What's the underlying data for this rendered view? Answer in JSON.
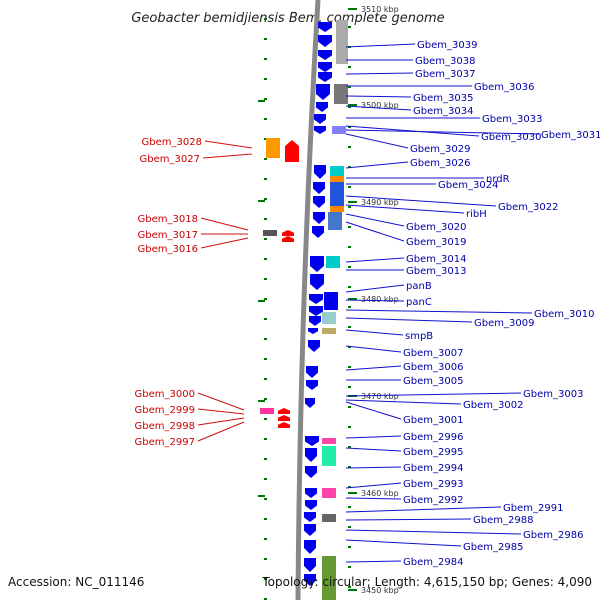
{
  "title": "Geobacter bemidjiensis Bem, complete genome",
  "footer": {
    "accession": "Accession: NC_011146",
    "summary": "Topology: circular; Length: 4,615,150 bp; Genes: 4,090"
  },
  "colors": {
    "forward_gene": "#0000ee",
    "reverse_gene": "#ff0000",
    "right_label": "#0000aa",
    "left_label": "#cc0000",
    "backbone": "#888888",
    "tick": "#007700"
  },
  "scale_labels": [
    "3510 kbp",
    "3500 kbp",
    "3490 kbp",
    "3480 kbp",
    "3470 kbp",
    "3460 kbp",
    "3450 kbp"
  ],
  "right_labels": [
    "Gbem_3039",
    "Gbem_3038",
    "Gbem_3037",
    "Gbem_3036",
    "Gbem_3035",
    "Gbem_3034",
    "Gbem_3033",
    "Gbem_3030",
    "Gbem_3031",
    "Gbem_3029",
    "Gbem_3026",
    "nrdR",
    "Gbem_3024",
    "Gbem_3022",
    "ribH",
    "Gbem_3020",
    "Gbem_3019",
    "Gbem_3014",
    "Gbem_3013",
    "panB",
    "panC",
    "Gbem_3010",
    "Gbem_3009",
    "smpB",
    "Gbem_3007",
    "Gbem_3006",
    "Gbem_3005",
    "Gbem_3003",
    "Gbem_3002",
    "Gbem_3001",
    "Gbem_2996",
    "Gbem_2995",
    "Gbem_2994",
    "Gbem_2993",
    "Gbem_2992",
    "Gbem_2991",
    "Gbem_2988",
    "Gbem_2986",
    "Gbem_2985",
    "Gbem_2984"
  ],
  "left_labels": [
    "Gbem_3028",
    "Gbem_3027",
    "Gbem_3018",
    "Gbem_3017",
    "Gbem_3016",
    "Gbem_3000",
    "Gbem_2999",
    "Gbem_2998",
    "Gbem_2997"
  ]
}
